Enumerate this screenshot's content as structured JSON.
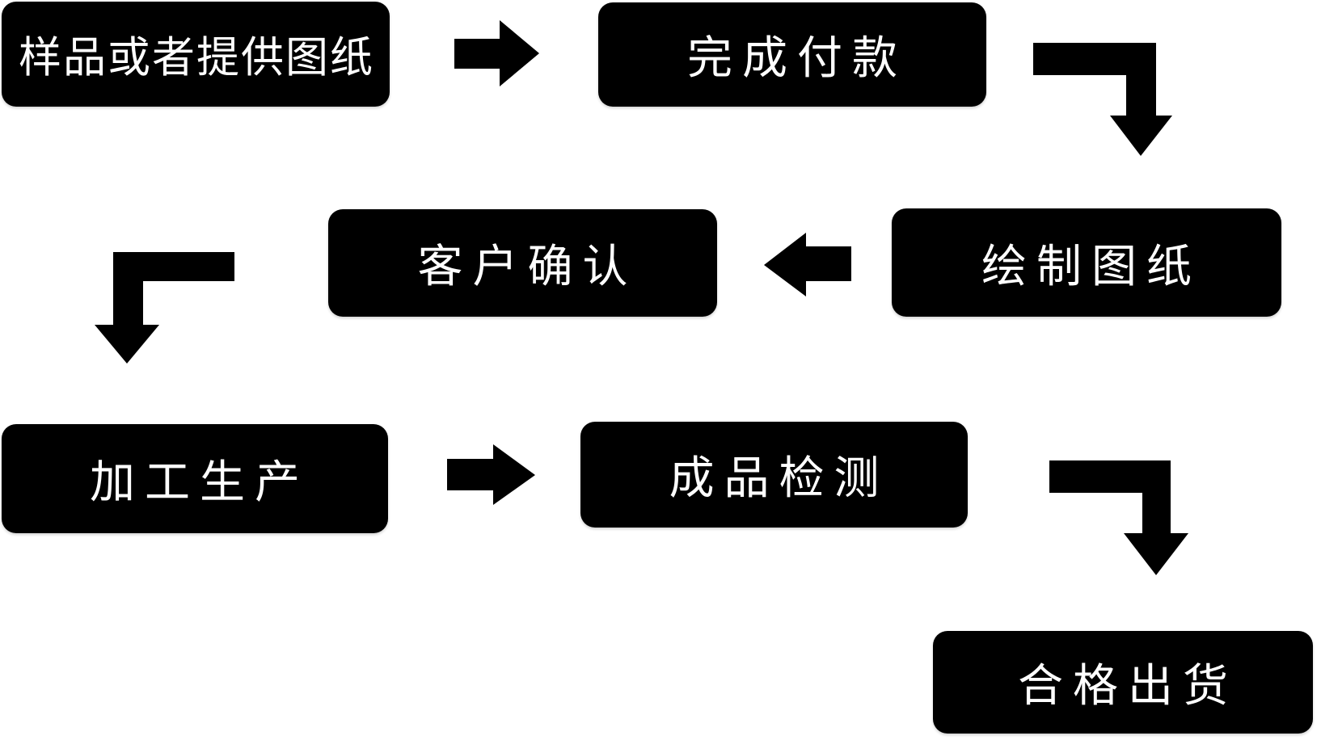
{
  "diagram": {
    "type": "flowchart",
    "description": "production-order-process-flow",
    "colors": {
      "background": "#ffffff",
      "node_bg": "#000000",
      "node_text": "#ffffff",
      "arrow": "#000000"
    },
    "nodes": [
      {
        "id": "step-1",
        "label": "样品或者提供图纸"
      },
      {
        "id": "step-2",
        "label": "完成付款"
      },
      {
        "id": "step-3",
        "label": "绘制图纸"
      },
      {
        "id": "step-4",
        "label": "客户确认"
      },
      {
        "id": "step-5",
        "label": "加工生产"
      },
      {
        "id": "step-6",
        "label": "成品检测"
      },
      {
        "id": "step-7",
        "label": "合格出货"
      }
    ],
    "edges": [
      {
        "from": "样品或者提供图纸",
        "to": "完成付款",
        "shape": "straight-right-arrow"
      },
      {
        "from": "完成付款",
        "to": "绘制图纸",
        "shape": "elbow-right-then-down-arrow"
      },
      {
        "from": "绘制图纸",
        "to": "客户确认",
        "shape": "straight-left-arrow"
      },
      {
        "from": "客户确认",
        "to": "加工生产",
        "shape": "elbow-left-then-down-arrow"
      },
      {
        "from": "加工生产",
        "to": "成品检测",
        "shape": "straight-right-arrow"
      },
      {
        "from": "成品检测",
        "to": "合格出货",
        "shape": "elbow-right-then-down-arrow"
      }
    ]
  }
}
